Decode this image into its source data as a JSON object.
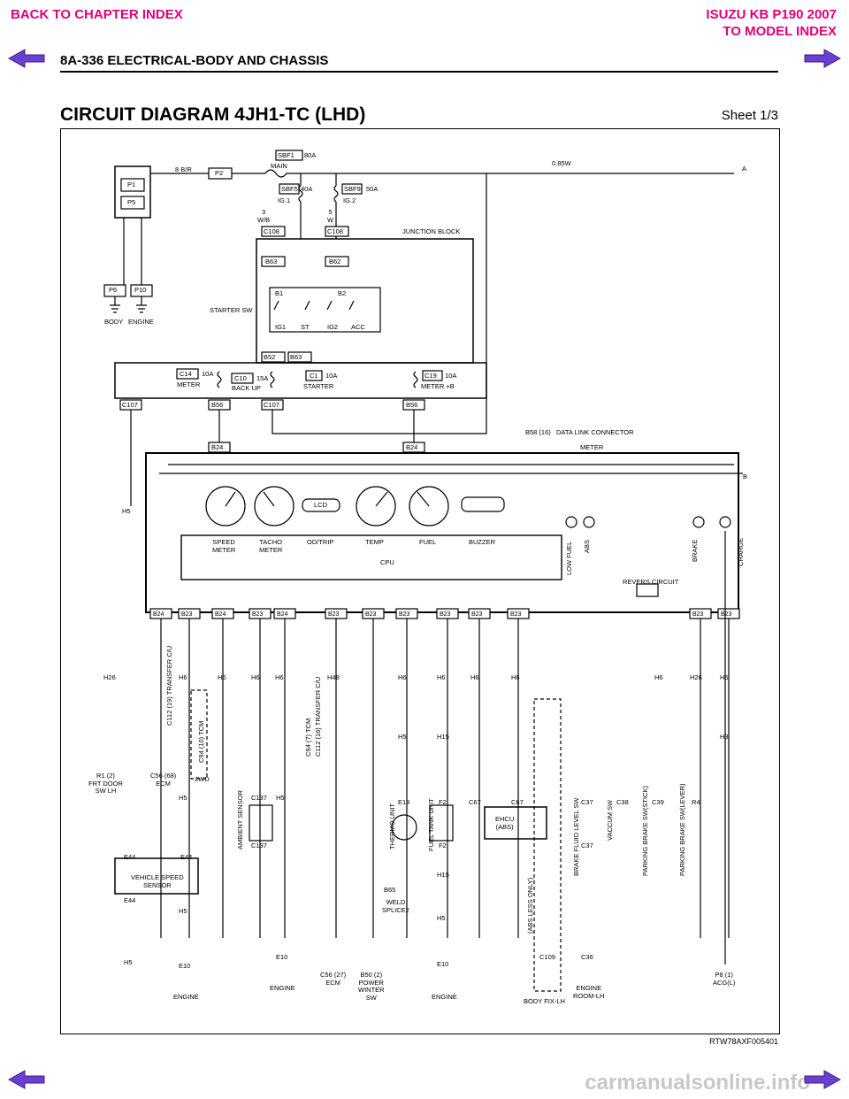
{
  "header": {
    "back_chapter": "BACK TO CHAPTER INDEX",
    "model_line1": "ISUZU KB P190 2007",
    "model_line2": "TO MODEL INDEX",
    "page_title": "8A-336  ELECTRICAL-BODY AND CHASSIS",
    "diagram_title": "CIRCUIT DIAGRAM 4JH1-TC (LHD)",
    "sheet": "Sheet 1/3"
  },
  "footer": {
    "ref_code": "RTW78AXF005401",
    "watermark": "carmanualsonline.info"
  },
  "colors": {
    "nav": "#e0007a",
    "arrow": "#6b3fd1",
    "line": "#000000"
  },
  "labels": {
    "sbf1": "SBF1",
    "sbf1_a": "80A",
    "main": "MAIN",
    "sbf5": "SBF5",
    "sbf5_a": "40A",
    "ig1": "IG.1",
    "sbf9": "SBF9",
    "sbf9_a": "50A",
    "ig2": "IG.2",
    "p1": "P1",
    "p5": "P5",
    "p2": "P2",
    "p6": "P6",
    "p10": "P10",
    "w8br": "8 B/R",
    "w085w": "0.85W",
    "a": "A",
    "b": "B",
    "w3wb": "3\nW/B",
    "w5w": "5\nW",
    "c108": "C108",
    "junction": "JUNCTION BLOCK",
    "b63": "B63",
    "b62": "B62",
    "b52": "B52",
    "b56": "B56",
    "b24": "B24",
    "b23": "B23",
    "b1": "B1",
    "b2": "B2",
    "ig1s": "IG1",
    "st": "ST",
    "ig2s": "IG2",
    "acc": "ACC",
    "starter_sw": "STARTER SW",
    "c14": "C14",
    "c14a": "10A",
    "meter": "METER",
    "c10": "C10",
    "c10a": "15A",
    "backup": "BACK UP",
    "c1": "C1",
    "c1a": "10A",
    "starter": "STARTER",
    "c19": "C19",
    "c19a": "10A",
    "meterb": "METER +B",
    "c107": "C107",
    "h5": "H5",
    "h6": "H6",
    "h26": "H26",
    "h48": "H48",
    "h15": "H15",
    "h3": "H3",
    "body": "BODY",
    "engine": "ENGINE",
    "dlc": "B58 (16)   DATA LINK CONNECTOR",
    "meter_lbl": "METER",
    "lcd": "LCD",
    "speed": "SPEED\nMETER",
    "tacho": "TACHO\nMETER",
    "odtrip": "OD/TRIP",
    "temp": "TEMP",
    "fuel": "FUEL",
    "buzzer": "BUZZER",
    "cpu": "CPU",
    "lowfuel": "LOW FUEL",
    "abs": "ABS",
    "brake": "BRAKE",
    "charge": "CHARGE",
    "revers": "REVERS CIRCUIT",
    "r1": "R1 (2)\nFRT DOOR\nSW LH",
    "c56ecm": "C56 (68)\nECM",
    "twowd": "2WD",
    "c112a": "C112 (19) TRANSFER C/U",
    "c94a": "C94 (10) TCM",
    "c94b": "C94 (7) TCM",
    "c112b": "C112 (16) TRANSFER C/U",
    "amb": "AMBIENT SENSOR",
    "c137": "C137",
    "vss": "VEHICLE SPEED\nSENSOR",
    "e44": "E44",
    "e10": "E10",
    "thermo": "THERMO UNIT",
    "e19": "E19",
    "fuel_tank": "FUEL TANK UNIT",
    "f2": "F2",
    "ehcu": "EHCU\n(ABS)",
    "c67": "C67",
    "abs_less": "(ABS LESS ONLY)",
    "brake_fluid": "BRAKE FLUID LEVEL SW",
    "c37": "C37",
    "vaccum": "VACCUM SW",
    "c38": "C38",
    "pbs": "PARKING BRAKE SW(STICK)",
    "c39": "C39",
    "pbl": "PARKING BRAKE SW(LEVER)",
    "r4": "R4",
    "b65": "B65",
    "weld": "WELD\nSPLICE2",
    "c56_27": "C56 (27)\nECM",
    "b50": "B50 (2)\nPOWER\nWINTER\nSW",
    "c109": "C109",
    "c36": "C36",
    "body_fix": "BODY FIX-LH",
    "eng_room": "ENGINE\nROOM-LH",
    "p8": "P8 (1)\nACG(L)"
  }
}
